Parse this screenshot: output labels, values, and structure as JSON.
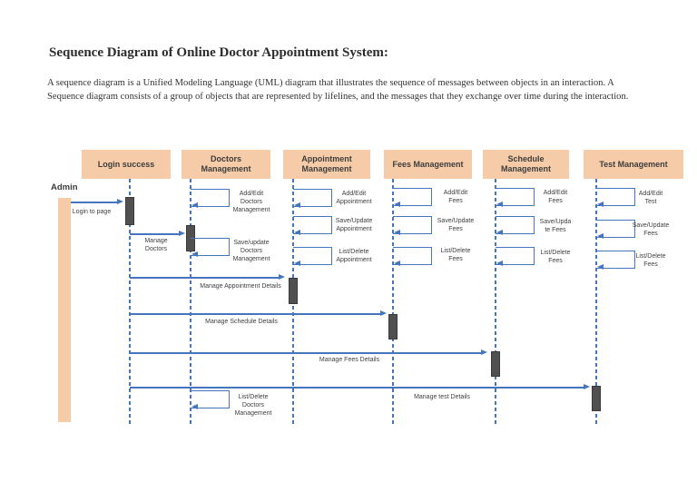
{
  "page": {
    "title": "Sequence Diagram of Online Doctor Appointment System:",
    "description_lines": [
      "A sequence diagram is a Unified Modeling Language (UML) diagram that illustrates the sequence of messages between objects in an interaction. A",
      "Sequence diagram consists of a group of objects that are represented by lifelines, and the messages that they exchange over time during the interaction."
    ]
  },
  "diagram": {
    "actor_label": "Admin",
    "colors": {
      "header_fill": "#F6CBA7",
      "line_blue": "#4575BE",
      "activation_fill": "#505050",
      "label_text": "#3F3F3F"
    },
    "lifelines": [
      {
        "id": "login-success",
        "label": "Login success"
      },
      {
        "id": "doctors-management",
        "label": "Doctors\nManagement"
      },
      {
        "id": "appointment-management",
        "label": "Appointment\nManagement"
      },
      {
        "id": "fees-management",
        "label": "Fees Management"
      },
      {
        "id": "schedule-management",
        "label": "Schedule\nManagement"
      },
      {
        "id": "test-management",
        "label": "Test Management"
      }
    ],
    "messages": [
      {
        "id": "login-to-page",
        "kind": "arrow",
        "from": "admin",
        "to": "login-success",
        "label": "Login to page"
      },
      {
        "id": "manage-doctors",
        "kind": "arrow",
        "from": "login-success",
        "to": "doctors-management",
        "label": "Manage\nDoctors"
      },
      {
        "id": "add-edit-doctors",
        "kind": "self",
        "on": "doctors-management",
        "label": "Add/Edit\nDoctors\nManagement"
      },
      {
        "id": "save-update-doctors",
        "kind": "self",
        "on": "doctors-management",
        "label": "Save/update\nDoctors\nManagement"
      },
      {
        "id": "add-edit-appointment",
        "kind": "self",
        "on": "appointment-management",
        "label": "Add/Edit\nAppointment"
      },
      {
        "id": "save-update-appointment",
        "kind": "self",
        "on": "appointment-management",
        "label": "Save/Update\nAppointment"
      },
      {
        "id": "list-delete-appointment",
        "kind": "self",
        "on": "appointment-management",
        "label": "List/Delete\nAppointment"
      },
      {
        "id": "add-edit-fees",
        "kind": "self",
        "on": "fees-management",
        "label": "Add/Edit\nFees"
      },
      {
        "id": "save-update-fees",
        "kind": "self",
        "on": "fees-management",
        "label": "Save/Update\nFees"
      },
      {
        "id": "list-delete-fees",
        "kind": "self",
        "on": "fees-management",
        "label": "List/Delete\nFees"
      },
      {
        "id": "add-edit-schedule-fees",
        "kind": "self",
        "on": "schedule-management",
        "label": "Add/Edit\nFees"
      },
      {
        "id": "save-update-schedule-fees",
        "kind": "self",
        "on": "schedule-management",
        "label": "Save/Upda\nte Fees"
      },
      {
        "id": "list-delete-schedule-fees",
        "kind": "self",
        "on": "schedule-management",
        "label": "List/Delete\nFees"
      },
      {
        "id": "add-edit-test",
        "kind": "self",
        "on": "test-management",
        "label": "Add/Edit\nTest"
      },
      {
        "id": "save-update-test-fees",
        "kind": "self",
        "on": "test-management",
        "label": "Save/Update\nFees"
      },
      {
        "id": "list-delete-test-fees",
        "kind": "self",
        "on": "test-management",
        "label": "List/Delete\nFees"
      },
      {
        "id": "manage-appointment-details",
        "kind": "arrow",
        "from": "login-success",
        "to": "appointment-management",
        "label": "Manage Appointment Details"
      },
      {
        "id": "manage-schedule-details",
        "kind": "arrow",
        "from": "login-success",
        "to": "fees-management",
        "label": "Manage Schedule Details"
      },
      {
        "id": "manage-fees-details",
        "kind": "arrow",
        "from": "login-success",
        "to": "schedule-management",
        "label": "Manage Fees Details"
      },
      {
        "id": "manage-test-details",
        "kind": "arrow",
        "from": "login-success",
        "to": "test-management",
        "label": "Manage test Details"
      },
      {
        "id": "list-delete-doctors",
        "kind": "self",
        "on": "doctors-management",
        "label": "List/Delete\nDoctors\nManagement"
      }
    ]
  }
}
